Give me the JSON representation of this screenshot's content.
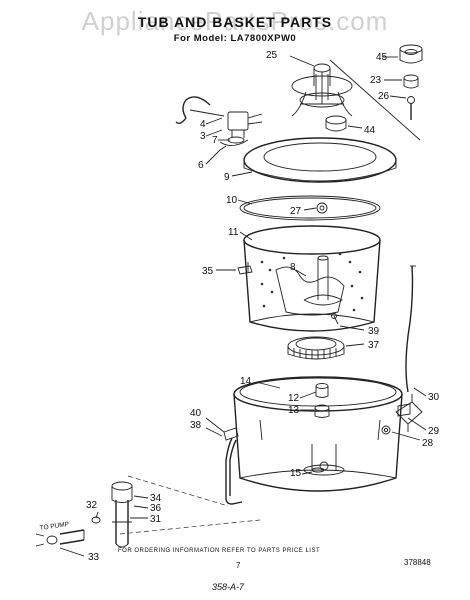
{
  "watermark": "AppliancePartsPros.com",
  "title": "TUB AND BASKET PARTS",
  "model": "For Model: LA7800XPW0",
  "to_pump": "TO PUMP",
  "footer": "FOR ORDERING INFORMATION REFER TO PARTS PRICE LIST",
  "page_number": "7",
  "drawing_number": "378848",
  "handwritten_note": "358-A-7",
  "callouts": {
    "c45": "45",
    "c25": "25",
    "c23": "23",
    "c26": "26",
    "c44": "44",
    "c4": "4",
    "c3": "3",
    "c7": "7",
    "c6": "6",
    "c9": "9",
    "c10": "10",
    "c27": "27",
    "c11": "11",
    "c8": "8",
    "c35": "35",
    "c39": "39",
    "c37": "37",
    "c14": "14",
    "c12": "12",
    "c13": "13",
    "c30": "30",
    "c40": "40",
    "c38": "38",
    "c29": "29",
    "c28": "28",
    "c15": "15",
    "c32": "32",
    "c34": "34",
    "c36": "36",
    "c31": "31",
    "c33": "33"
  }
}
